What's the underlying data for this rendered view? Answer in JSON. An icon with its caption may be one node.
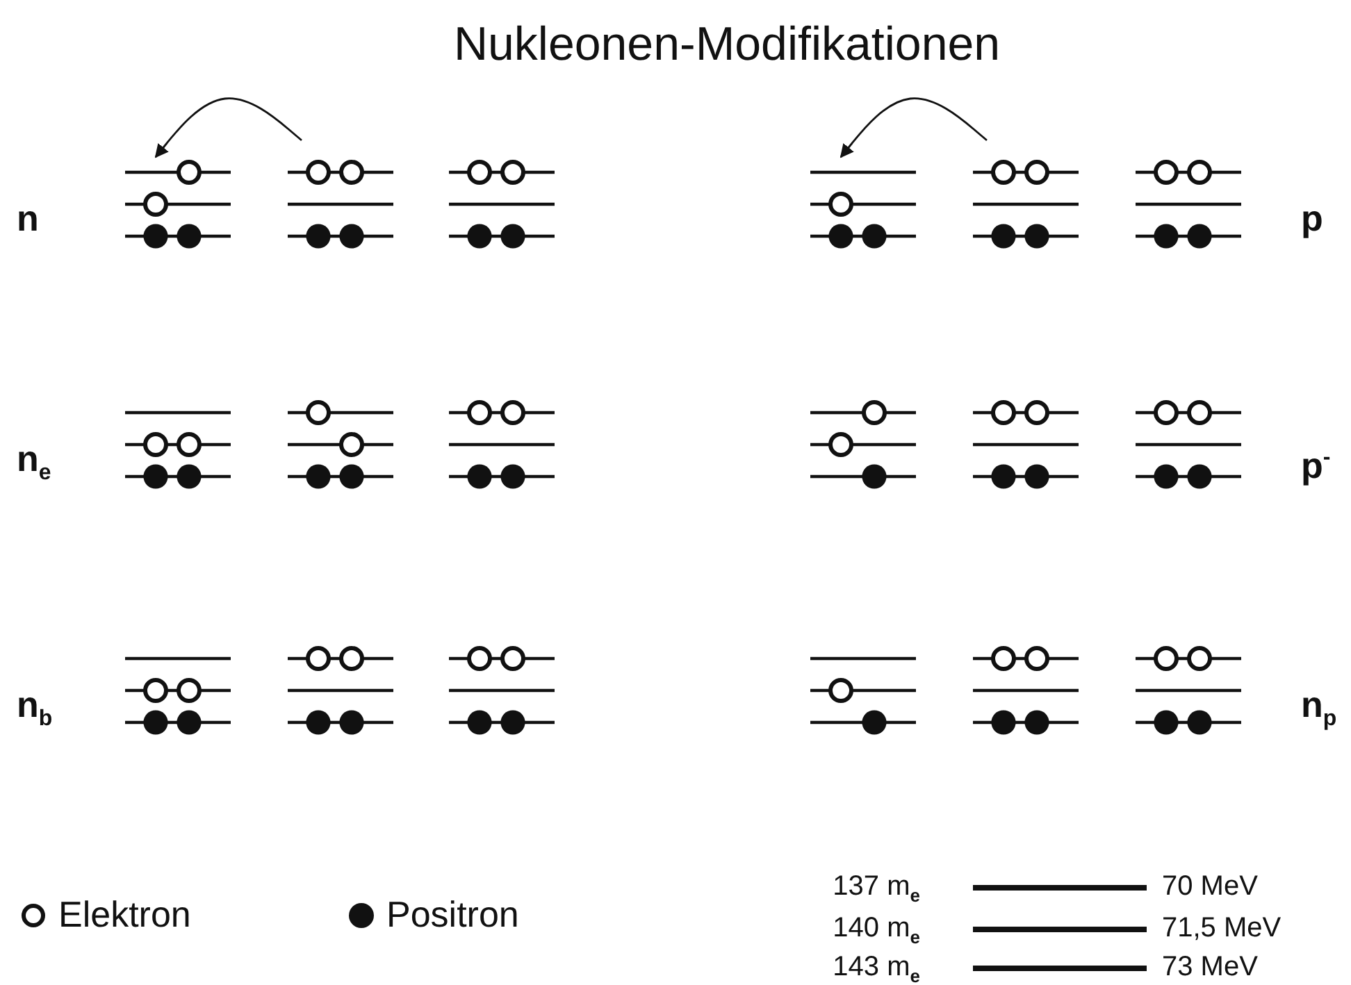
{
  "diagram": {
    "title": "Nukleonen-Modifikationen",
    "nodes": [
      {
        "text": [],
        "shape": "picture"
      },
      {
        "text": [],
        "shape": "picture"
      },
      {
        "text": [],
        "shape": "picture"
      },
      {
        "text": [],
        "shape": "picture"
      },
      {
        "text": [],
        "shape": "picture"
      },
      {
        "text": [],
        "shape": "picture"
      },
      {
        "text": [],
        "shape": "picture"
      },
      {
        "text": [],
        "shape": "picture"
      },
      {
        "text": [],
        "shape": "picture"
      },
      {
        "text": [],
        "shape": "picture"
      },
      {
        "text": [],
        "shape": "picture"
      },
      {
        "text": [],
        "shape": "picture"
      },
      {
        "text": [],
        "shape": "picture"
      },
      {
        "text": [],
        "shape": "picture"
      },
      {
        "text": [],
        "shape": "picture"
      },
      {
        "text": [],
        "shape": "picture"
      },
      {
        "text": [],
        "shape": "picture"
      },
      {
        "text": [],
        "shape": "picture"
      }
    ],
    "edges": [
      {
        "from": 1,
        "to": 0,
        "arrow": "to"
      },
      {
        "from": 4,
        "to": 3,
        "arrow": "to"
      }
    ],
    "labels": [
      "n",
      "p",
      "n$_{e}$",
      "p$^{-}$",
      "n$_{b}$",
      "n$_{p}$",
      "137 m$_{e}$",
      "70 MeV",
      "140 m$_{e}$",
      "71,5 MeV",
      "143 m$_{e}$",
      "73 MeV"
    ],
    "legend": [
      {
        "text": "Elektron"
      },
      {
        "text": "Positron"
      }
    ]
  }
}
